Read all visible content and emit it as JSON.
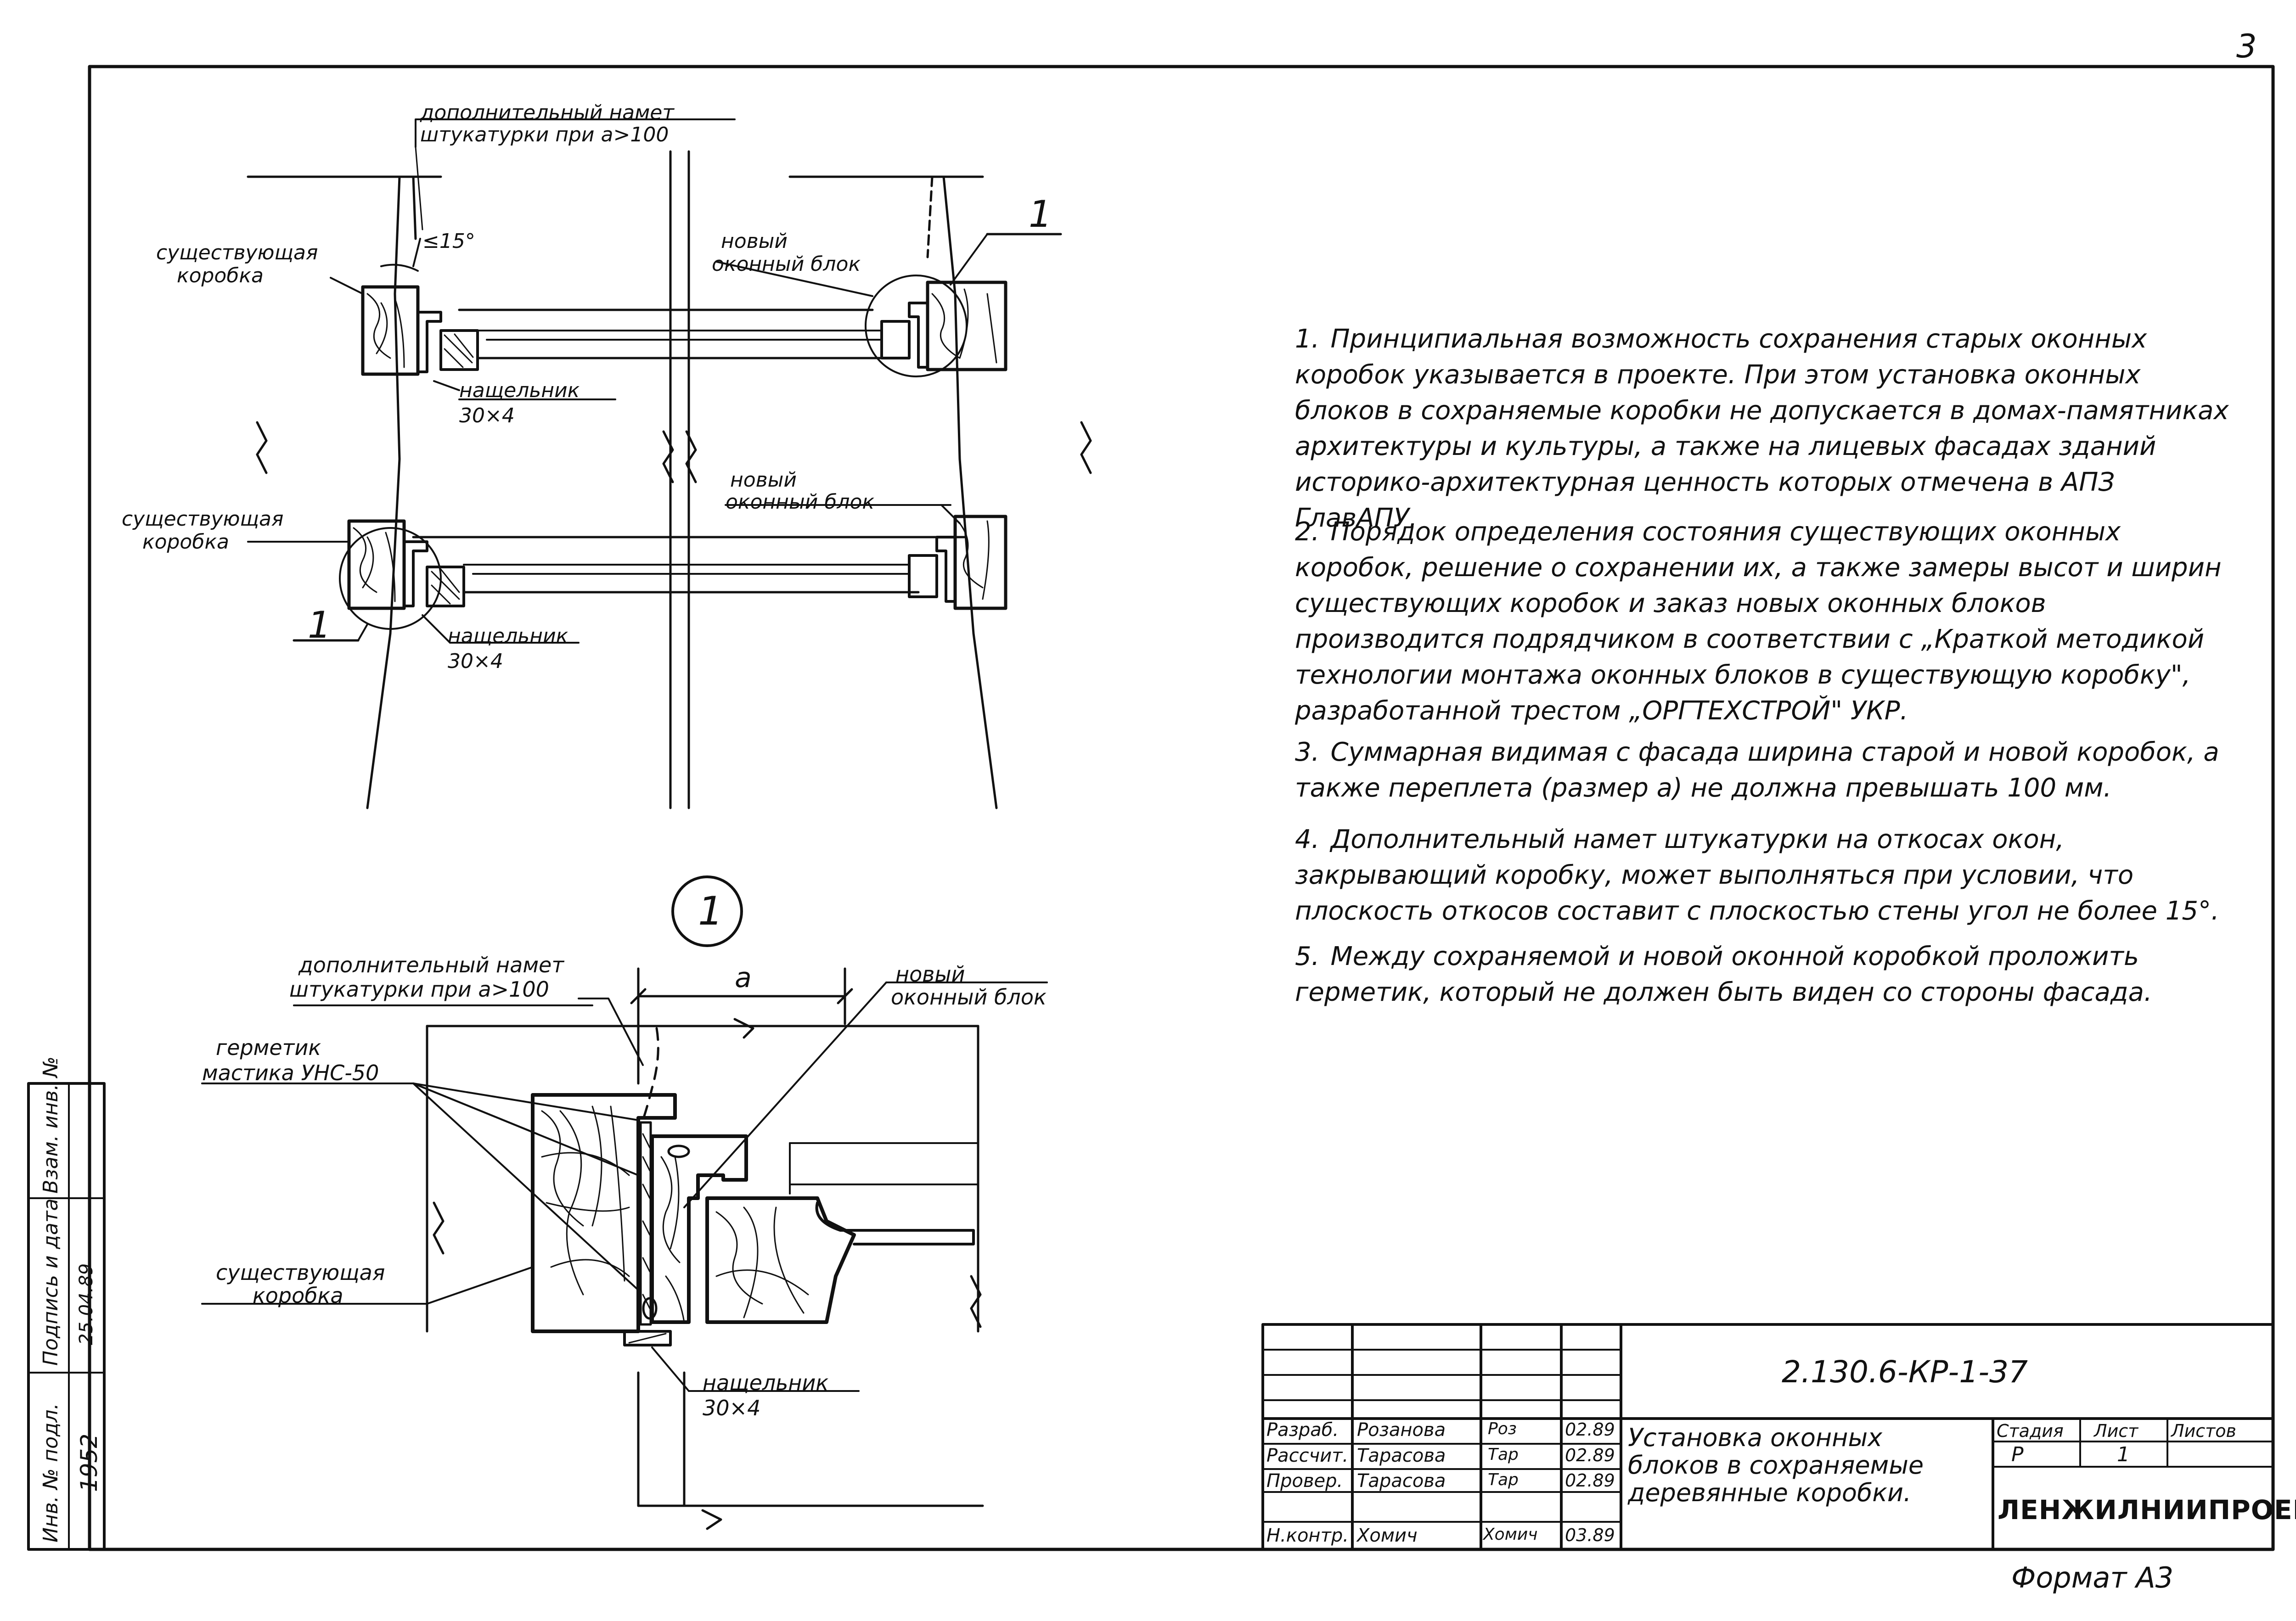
{
  "sheet_number": "3",
  "labels": {
    "extra_plaster_top": "дополнительный намет",
    "extra_plaster_top_2": "штукатурки при а>100",
    "angle": "≤15°",
    "existing_frame_1": "существующая",
    "existing_frame_1b": "коробка",
    "new_block_1": "новый",
    "new_block_1b": "оконный блок",
    "callout_1_top": "1",
    "nashchelnik_1": "нащельник",
    "nashchelnik_1_size": "30×4",
    "existing_frame_2": "существующая",
    "existing_frame_2b": "коробка",
    "new_block_2": "новый",
    "new_block_2b": "оконный блок",
    "callout_1_left": "1",
    "nashchelnik_2": "нащельник",
    "nashchelnik_2_size": "30×4",
    "detail_marker": "1",
    "extra_plaster_detail": "дополнительный намет",
    "extra_plaster_detail_2": "штукатурки при а>100",
    "dim_a": "а",
    "new_block_detail": "новый",
    "new_block_detail_2": "оконный блок",
    "sealant": "герметик",
    "sealant_2": "мастика УНС-50",
    "existing_frame_detail": "существующая",
    "existing_frame_detail_2": "коробка",
    "nashchelnik_detail": "нащельник",
    "nashchelnik_detail_size": "30×4"
  },
  "notes": [
    {
      "num": "1.",
      "text": "Принципиальная возможность сохранения старых оконных коробок указывается в проекте. При этом установка оконных блоков в сохраняемые коробки не допускается в домах-памятниках архитектуры и культуры, а также на лицевых фасадах зданий историко-архитектурная ценность которых отмечена в АПЗ ГлавАПУ."
    },
    {
      "num": "2.",
      "text": "Порядок определения состояния существующих оконных коробок, решение о сохранении их, а также замеры высот и ширин существующих коробок и заказ новых оконных блоков производится подрядчиком в соответствии с „Краткой методикой технологии монтажа оконных блоков в существующую коробку\", разработанной трестом „ОРГТЕХСТРОЙ\" УКР."
    },
    {
      "num": "3.",
      "text": "Суммарная видимая с фасада ширина старой и новой коробок, а также переплета (размер а) не должна превышать 100 мм."
    },
    {
      "num": "4.",
      "text": "Дополнительный намет штукатурки на откосах окон, закрывающий коробку, может выполняться при условии, что плоскость откосов составит с плоскостью стены угол не более 15°."
    },
    {
      "num": "5.",
      "text": "Между сохраняемой и новой оконной коробкой проложить герметик, который не должен быть виден со стороны фасада."
    }
  ],
  "title_block": {
    "doc_code": "2.130.6-КР-1-37",
    "title": "Установка оконных блоков в сохраняемые деревянные коробки.",
    "title_line1": "Установка оконных",
    "title_line2": "блоков в сохраняемые",
    "title_line3": "деревянные коробки.",
    "stage_header": "Стадия",
    "sheet_header": "Лист",
    "sheets_header": "Листов",
    "stage": "Р",
    "sheet": "1",
    "sheets": "",
    "org": "ЛЕНЖИЛНИИПРОЕКТ",
    "rows": [
      {
        "role": "Разраб.",
        "name": "Розанова",
        "sign": "Роз",
        "date": "02.89"
      },
      {
        "role": "Рассчит.",
        "name": "Тарасова",
        "sign": "Тар",
        "date": "02.89"
      },
      {
        "role": "Провер.",
        "name": "Тарасова",
        "sign": "Тар",
        "date": "02.89"
      },
      {
        "role": "Н.контр.",
        "name": "Хомич",
        "sign": "Хомич",
        "date": "03.89"
      }
    ]
  },
  "side_stamp": {
    "inv_orig": "Инв. № подл.",
    "sign_date": "Подпись и дата",
    "replace_inv": "Взам. инв. №",
    "inv_value": "1952",
    "sign_value": "25.04.89"
  },
  "format": "Формат А3"
}
